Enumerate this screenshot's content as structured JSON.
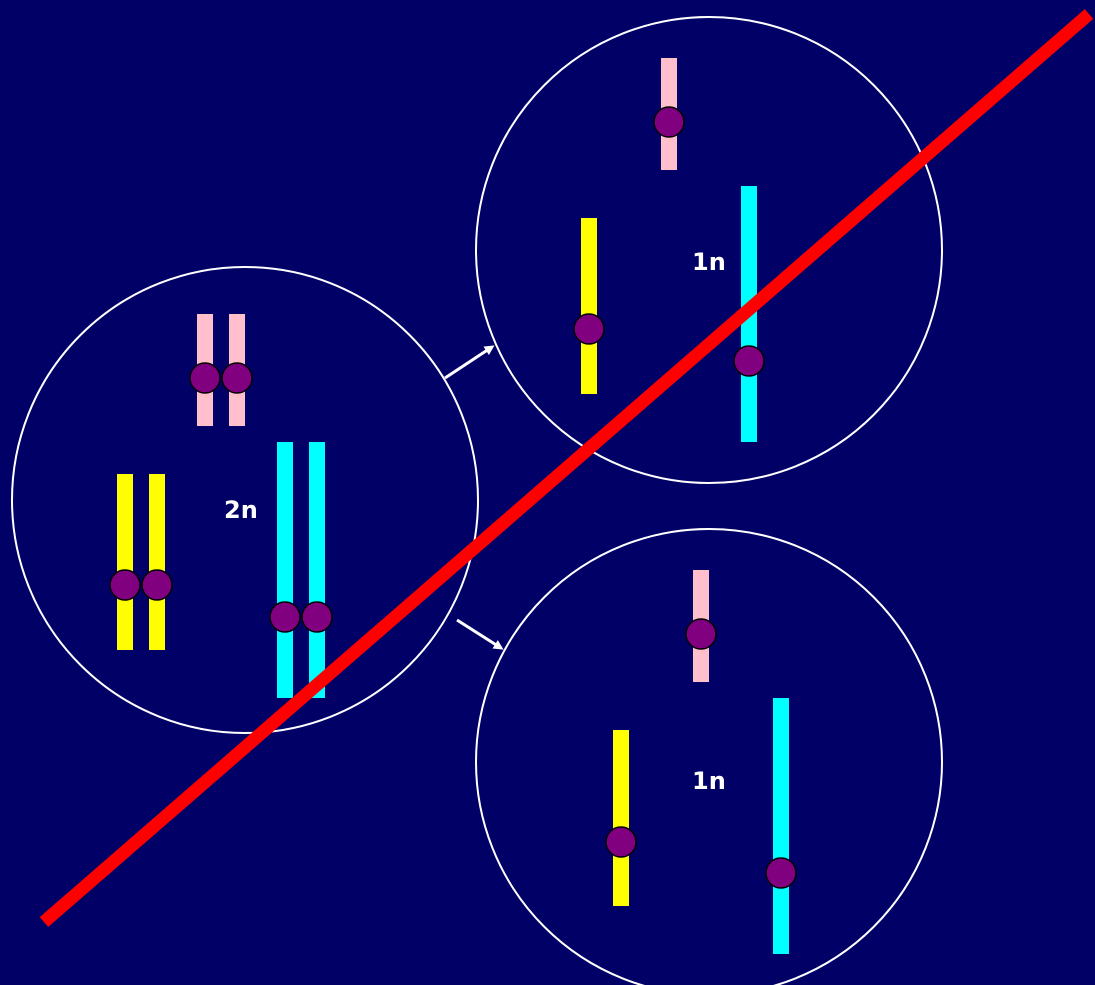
{
  "diagram": {
    "parent_cell": {
      "label": "2n",
      "chromosomes": [
        {
          "name": "short-pair",
          "color": "pink",
          "count": 2
        },
        {
          "name": "medium-pair",
          "color": "yellow",
          "count": 2
        },
        {
          "name": "long-pair",
          "color": "cyan",
          "count": 2
        }
      ]
    },
    "daughter_cells": [
      {
        "position": "top",
        "label": "1n"
      },
      {
        "position": "bottom",
        "label": "1n"
      }
    ],
    "strike_through": true
  },
  "colors": {
    "background": "#000066",
    "cell_outline": "#ffffff",
    "pink_chromosome": "#ffc0cb",
    "yellow_chromosome": "#ffff00",
    "cyan_chromosome": "#00ffff",
    "centromere": "#800080",
    "arrow": "#ffffff",
    "strike_line": "#ff0000"
  },
  "icons": {
    "arrow_top": "arrow-up-right-icon",
    "arrow_bottom": "arrow-down-right-icon"
  }
}
